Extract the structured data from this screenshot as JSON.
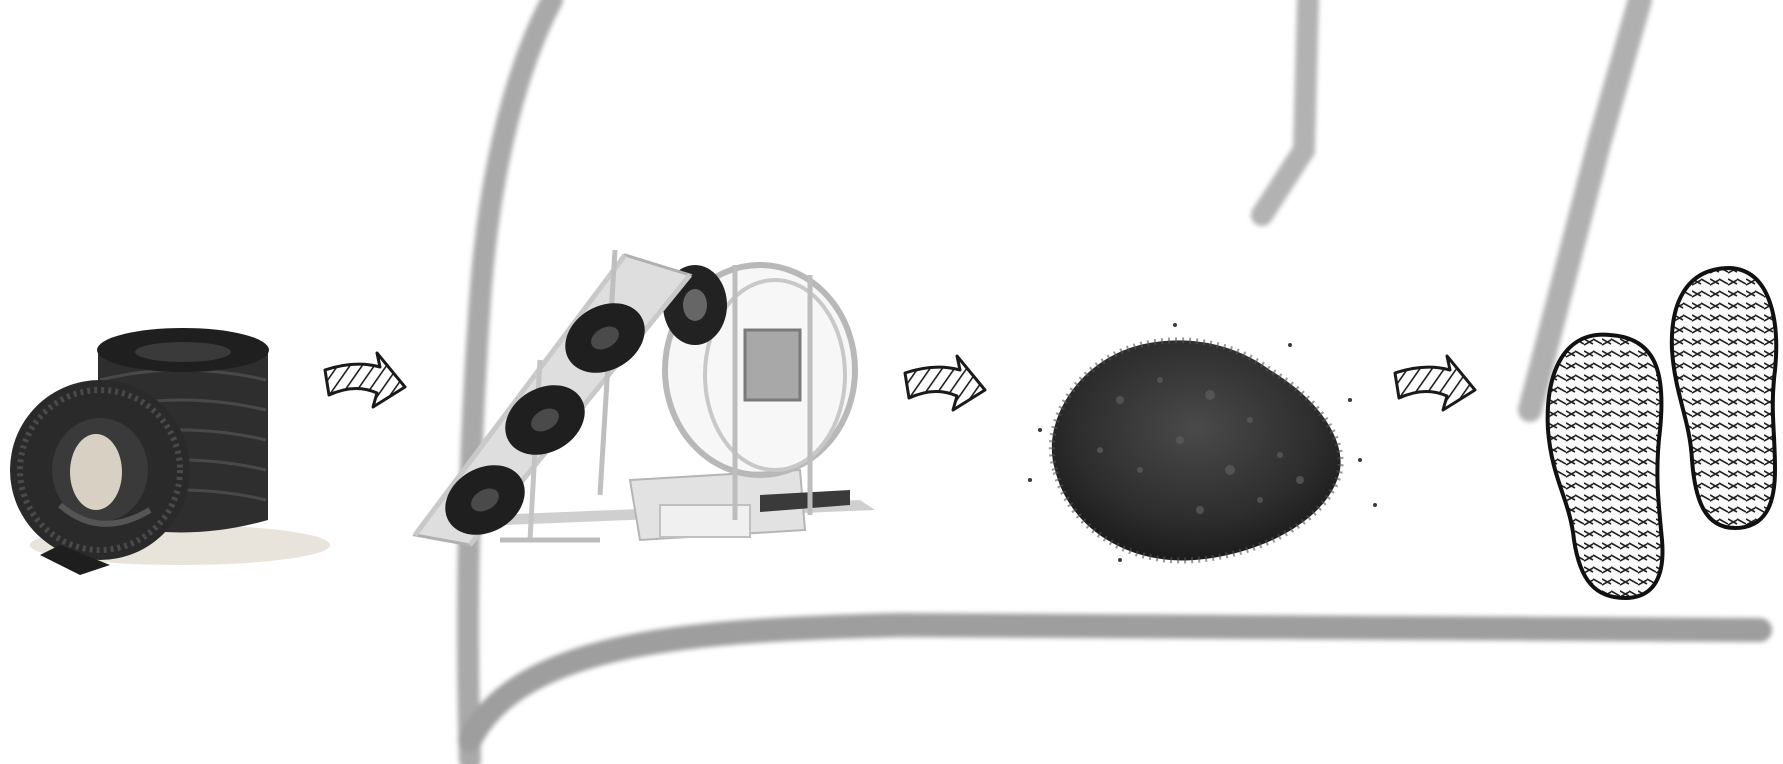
{
  "diagram": {
    "kind": "process-illustration",
    "steps": [
      {
        "name": "scrap-tires",
        "icon": "tire-stack-icon"
      },
      {
        "name": "shredding-machine",
        "icon": "conveyor-shredder-icon"
      },
      {
        "name": "rubber-granules",
        "icon": "crumb-rubber-pile-icon"
      },
      {
        "name": "shoe-insoles",
        "icon": "insoles-icon"
      }
    ],
    "connector_icon": "hatched-arrow-icon",
    "colors": {
      "background": "#ffffff",
      "rubber": "#2b2b2b",
      "machine": "#d6d6d6",
      "stroke": "#8a8a8a"
    }
  }
}
